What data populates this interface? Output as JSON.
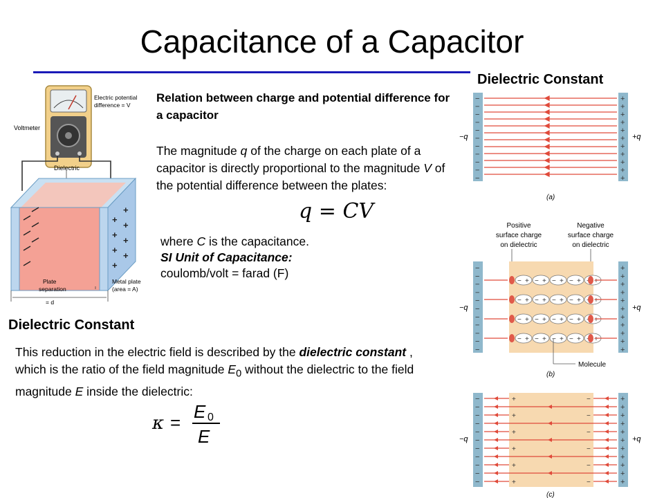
{
  "title": "Capacitance of a Capacitor",
  "relation_heading": "Relation between charge and potential difference for a capacitor",
  "magnitude_text": {
    "p1": "The magnitude ",
    "q": "q",
    "p2": " of the charge on each plate of a capacitor is directly proportional to the magnitude ",
    "V": "V",
    "p3": " of the potential difference between the plates:"
  },
  "equation_q": {
    "lhs": "q",
    "eq": "=",
    "C": "C",
    "V": "V"
  },
  "where_text": {
    "p1": "where ",
    "C": "C",
    "p2": " is the capacitance."
  },
  "si_unit_label": "SI Unit of Capacitance:",
  "si_unit_value": "coulomb/volt = farad (F)",
  "dielectric_heading_left": "Dielectric Constant",
  "dielectric_heading_right": "Dielectric Constant",
  "reduction_text": {
    "p1": "This reduction in the electric field is described by the ",
    "term": "dielectric constant",
    "p2": " , which is the ratio of the field magnitude ",
    "E": "E",
    "sub": "0",
    "p3": " without the dielectric to the field magnitude ",
    "E2": "E",
    "p4": " inside the dielectric:"
  },
  "equation_kappa": {
    "kappa": "κ",
    "eq": "=",
    "num_E": "E",
    "num_sub": "0",
    "den": "E"
  },
  "capacitor_figure": {
    "voltmeter_label": "Voltmeter",
    "potential_label_1": "Electric potential",
    "potential_label_2": "difference = V",
    "dielectric_label": "Dielectric",
    "plate_sep_1": "Plate",
    "plate_sep_2": "separation",
    "plate_sep_3": "= d",
    "metal_plate_1": "Metal plate",
    "metal_plate_2": "(area = A)"
  },
  "field_figures": {
    "neg_charge": "−q",
    "pos_charge": "+q",
    "caption_a": "(a)",
    "caption_b": "(b)",
    "caption_c": "(c)",
    "positive_surface_1": "Positive",
    "positive_surface_2": "surface charge",
    "positive_surface_3": "on dielectric",
    "negative_surface_1": "Negative",
    "negative_surface_2": "surface charge",
    "negative_surface_3": "on dielectric",
    "molecule_label": "Molecule"
  },
  "colors": {
    "title_rule": "#1a1ab8",
    "plate": "#8fb8cc",
    "field_line": "#e04a3a",
    "dielectric": "#f7d9b0",
    "box_front": "#f4a195",
    "box_side": "#a9c8e8"
  }
}
